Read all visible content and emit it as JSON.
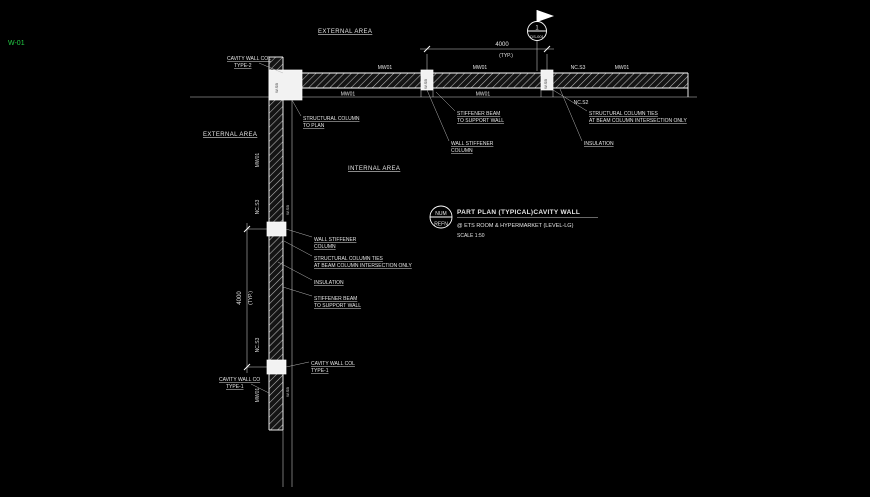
{
  "colors": {
    "background": "#000000",
    "line": "#ffffff",
    "text": "#e6e6e6",
    "stamp_green": "#22cc44"
  },
  "stamp": {
    "text": "W-01"
  },
  "areas": {
    "external_top": "EXTERNAL AREA",
    "external_left": "EXTERNAL AREA",
    "internal": "INTERNAL AREA"
  },
  "detail_marker": {
    "number": "1",
    "sheet": "DS-001"
  },
  "dim_top": {
    "value": "4000",
    "typ": "(TYP.)"
  },
  "dim_left": {
    "value": "4000",
    "typ": "(TYP.)"
  },
  "wall_labels": {
    "mw01": "MW01",
    "ncs3": "NC.S3",
    "ncs2": "NC.S2",
    "wsb": "W.SB"
  },
  "callouts": {
    "cavity_type2": {
      "l1": "CAVITY WALL COL",
      "l2": "TYPE-2"
    },
    "structural_column": {
      "l1": "STRUCTURAL COLUMN",
      "l2": "TO PLAN"
    },
    "stiffener_beam_top": {
      "l1": "STIFFENER BEAM",
      "l2": "TO SUPPORT WALL"
    },
    "wall_stiffener_top": {
      "l1": "WALL STIFFENER",
      "l2": "COLUMN"
    },
    "column_ties_top": {
      "l1": "STRUCTURAL COLUMN TIES",
      "l2": "AT BEAM COLUMN INTERSECTION ONLY"
    },
    "insulation_top": {
      "l1": "INSULATION"
    },
    "wall_stiffener_left": {
      "l1": "WALL STIFFENER",
      "l2": "COLUMN"
    },
    "column_ties_left": {
      "l1": "STRUCTURAL COLUMN TIES",
      "l2": "AT BEAM COLUMN INTERSECTION ONLY"
    },
    "insulation_left": {
      "l1": "INSULATION"
    },
    "stiffener_beam_left": {
      "l1": "STIFFENER BEAM",
      "l2": "TO SUPPORT WALL"
    },
    "cavity_type1": {
      "l1": "CAVITY WALL COL",
      "l2": "TYPE-1"
    },
    "cavity_type1_end": {
      "l1": "CAVITY WALL CO",
      "l2": "TYPE-1"
    }
  },
  "title_block": {
    "bubble_top": "NUM",
    "bubble_bottom": "REFN",
    "title": "PART PLAN (TYPICAL)CAVITY WALL",
    "subtitle": "@ ETS ROOM & HYPERMARKET (LEVEL-LG)",
    "scale": "SCALE 1:50"
  }
}
